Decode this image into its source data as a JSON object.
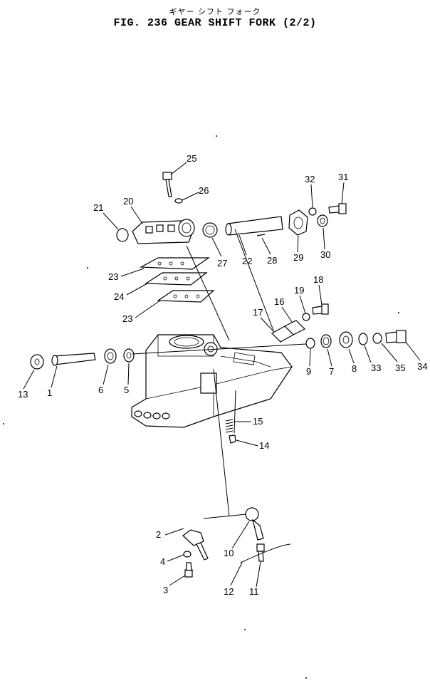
{
  "header": {
    "title_jp": "ギヤー シフト フォーク",
    "title": "FIG. 236  GEAR  SHIFT  FORK  (2/2)"
  },
  "callouts": [
    "1",
    "2",
    "3",
    "4",
    "5",
    "6",
    "7",
    "8",
    "9",
    "10",
    "11",
    "12",
    "13",
    "14",
    "15",
    "16",
    "17",
    "18",
    "19",
    "20",
    "21",
    "22",
    "23",
    "23",
    "24",
    "25",
    "26",
    "27",
    "28",
    "29",
    "30",
    "31",
    "32",
    "33",
    "34",
    "35"
  ]
}
